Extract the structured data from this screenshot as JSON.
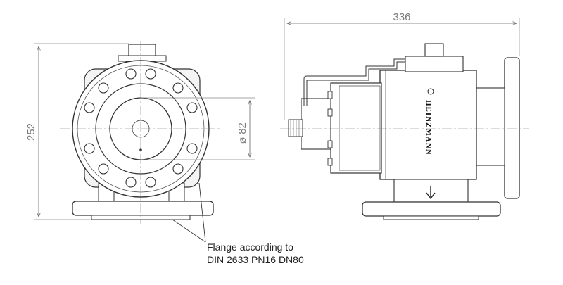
{
  "dimensions": {
    "overall_width": "336",
    "overall_height": "252",
    "bore_diameter": "⌀ 82"
  },
  "annotation": {
    "line1": "Flange according to",
    "line2": "DIN 2633 PN16 DN80"
  },
  "brand": "HEINZMANN",
  "icons": {
    "flow_arrow": "down-arrow-icon",
    "logo_mark": "logo-mark-icon"
  }
}
